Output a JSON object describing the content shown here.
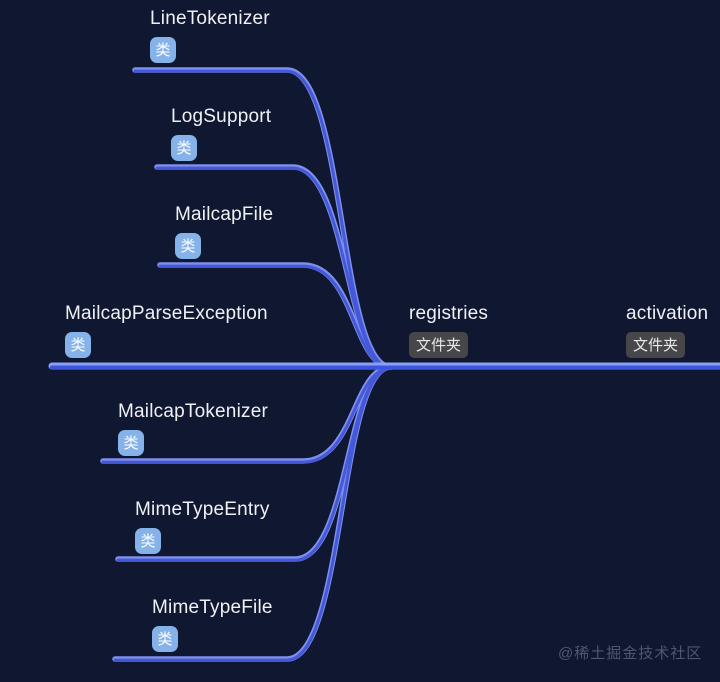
{
  "diagram": {
    "root": {
      "label": "activation",
      "badge": "文件夹"
    },
    "parent": {
      "label": "registries",
      "badge": "文件夹"
    },
    "children": [
      {
        "label": "LineTokenizer",
        "badge": "类"
      },
      {
        "label": "LogSupport",
        "badge": "类"
      },
      {
        "label": "MailcapFile",
        "badge": "类"
      },
      {
        "label": "MailcapParseException",
        "badge": "类"
      },
      {
        "label": "MailcapTokenizer",
        "badge": "类"
      },
      {
        "label": "MimeTypeEntry",
        "badge": "类"
      },
      {
        "label": "MimeTypeFile",
        "badge": "类"
      }
    ]
  },
  "watermark": "@稀土掘金技术社区",
  "colors": {
    "background": "#101730",
    "connector": "#5b6ce6",
    "connector_highlight": "#7e90ee",
    "connector_dark": "#4558d8",
    "mainline_highlight": "#8aa0f3",
    "mainline_dark": "#3c55dd",
    "class_badge_bg": "#85b2e9",
    "folder_badge_bg": "#474749",
    "text": "#f0f1f5",
    "watermark": "#51566c"
  }
}
